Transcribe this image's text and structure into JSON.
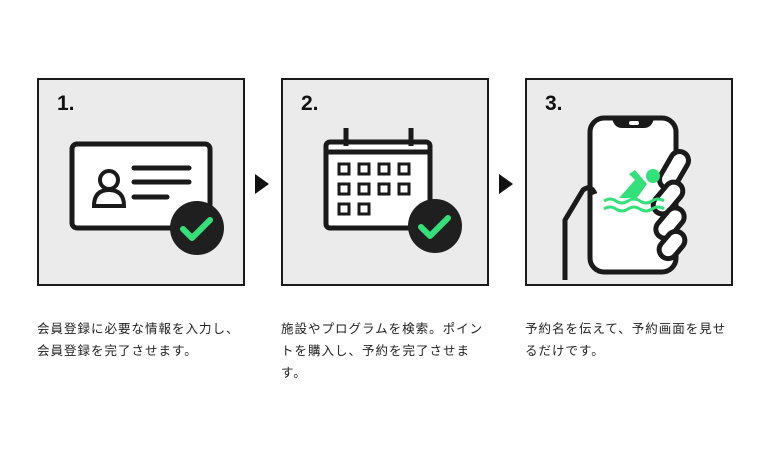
{
  "steps": [
    {
      "number": "1.",
      "icon": "id-card-check-icon",
      "description": "会員登録に必要な情報を入力し、会員登録を完了させます。"
    },
    {
      "number": "2.",
      "icon": "calendar-check-icon",
      "description": "施設やプログラムを検索。ポイントを購入し、予約を完了させます。"
    },
    {
      "number": "3.",
      "icon": "phone-swim-icon",
      "description": "予約名を伝えて、予約画面を見せるだけです。"
    }
  ],
  "colors": {
    "accent": "#33e07a",
    "box_bg": "#ebebeb",
    "dark": "#1a1a1a"
  }
}
